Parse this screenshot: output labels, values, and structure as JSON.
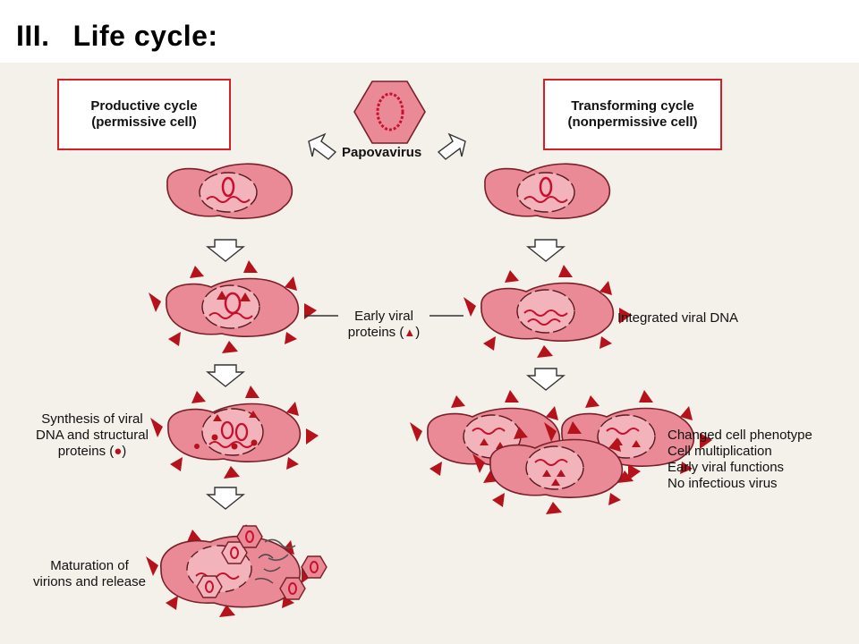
{
  "title": {
    "number": "III.",
    "text": "Life cycle:"
  },
  "virus_label": "Papovavirus",
  "productive_box": {
    "line1": "Productive cycle",
    "line2": "(permissive cell)"
  },
  "transforming_box": {
    "line1": "Transforming cycle",
    "line2": "(nonpermissive cell)"
  },
  "early_proteins": {
    "line1": "Early viral",
    "line2_prefix": "proteins (",
    "line2_suffix": ")",
    "symbol": "▲"
  },
  "integrated_dna": "Integrated viral DNA",
  "synthesis": {
    "line1": "Synthesis of viral",
    "line2": "DNA and structural",
    "line3_prefix": "proteins (",
    "line3_suffix": ")",
    "symbol": "●"
  },
  "maturation": {
    "line1": "Maturation of",
    "line2": "virions and release"
  },
  "transformed_effects": [
    "Changed cell phenotype",
    "Cell multiplication",
    "Early viral functions",
    "No infectious virus"
  ],
  "colors": {
    "box_border": "#d41f26",
    "cell_fill": "#e98a96",
    "cell_stroke": "#7a1e28",
    "protein_red": "#b5121b",
    "paper": "#f4f0ea"
  }
}
